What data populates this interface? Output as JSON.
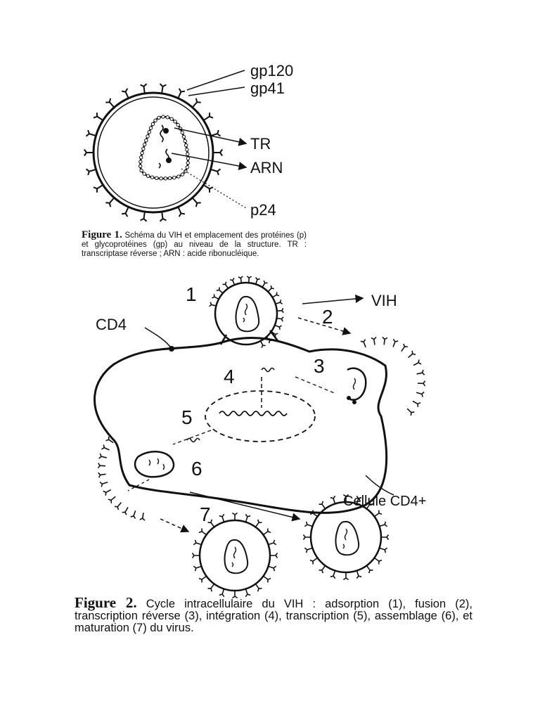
{
  "figure1": {
    "labels": {
      "gp120": "gp120",
      "gp41": "gp41",
      "tr": "TR",
      "arn": "ARN",
      "p24": "p24"
    },
    "caption_title": "Figure 1.",
    "caption_text": "Schéma du VIH et emplacement des protéines (p) et glycoprotéines (gp) au niveau de la structure. TR : transcriptase réverse ; ARN : acide ribonucléique."
  },
  "figure2": {
    "labels": {
      "cd4": "CD4",
      "vih": "VIH",
      "cell": "Cellule CD4+"
    },
    "steps": [
      "1",
      "2",
      "3",
      "4",
      "5",
      "6",
      "7"
    ],
    "caption_title": "Figure 2.",
    "caption_text": "Cycle intracellulaire du VIH : adsorption (1), fusion (2), transcription réverse (3), intégration (4), transcription (5), assemblage (6), et maturation (7) du virus."
  }
}
